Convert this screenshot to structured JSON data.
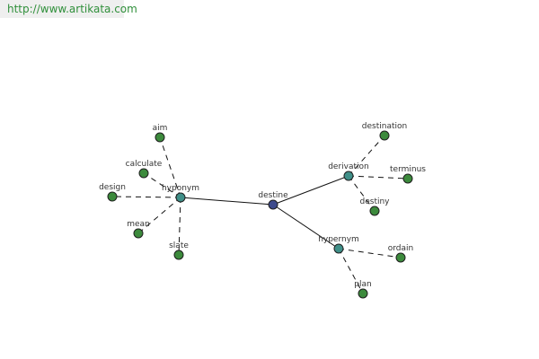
{
  "source": {
    "url": "http://www.artikata.com"
  },
  "colors": {
    "center_node": "#3d4a8c",
    "hub_node": "#3f8f88",
    "leaf_node": "#3c8a3c",
    "node_outline": "#1f1f1f",
    "edge": "#111111"
  },
  "graph": {
    "center": "destine",
    "hubs": [
      {
        "name": "hyponym",
        "leaves": [
          "aim",
          "calculate",
          "design",
          "mean",
          "slate"
        ]
      },
      {
        "name": "derivation",
        "leaves": [
          "destination",
          "terminus",
          "destiny"
        ]
      },
      {
        "name": "hypernym",
        "leaves": [
          "ordain",
          "plan"
        ]
      }
    ]
  }
}
